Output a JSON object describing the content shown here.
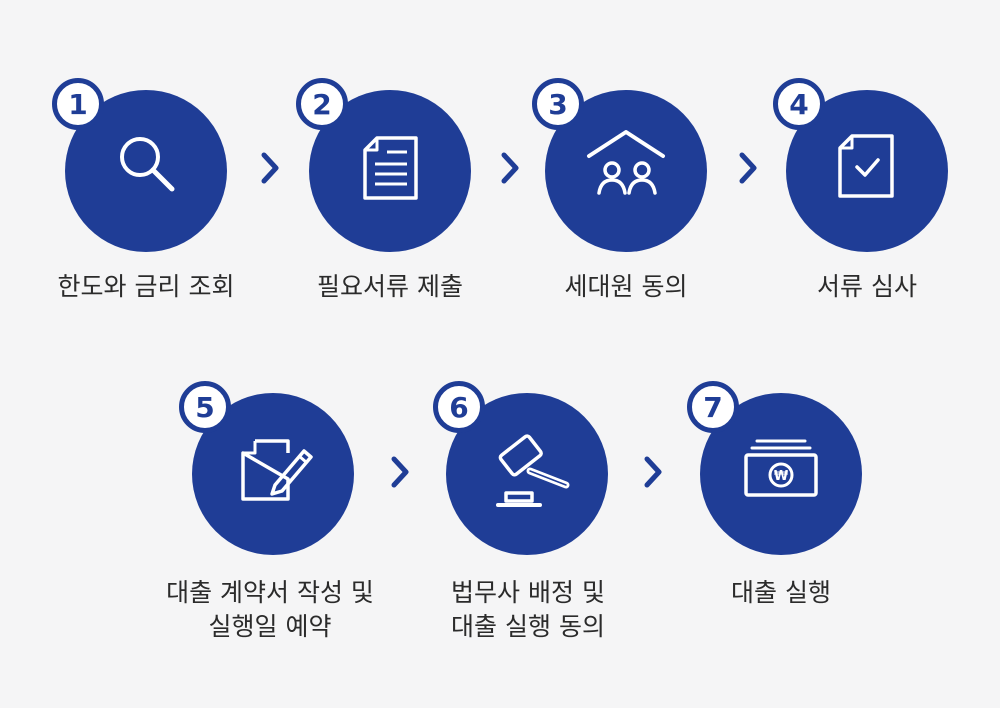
{
  "steps": [
    {
      "number": "1",
      "icon": "magnifier-icon",
      "lines": [
        "한도와 금리 조회"
      ]
    },
    {
      "number": "2",
      "icon": "document-icon",
      "lines": [
        "필요서류 제출"
      ]
    },
    {
      "number": "3",
      "icon": "household-icon",
      "lines": [
        "세대원 동의"
      ]
    },
    {
      "number": "4",
      "icon": "checked-document-icon",
      "lines": [
        "서류 심사"
      ]
    },
    {
      "number": "5",
      "icon": "contract-pen-icon",
      "lines": [
        "대출 계약서 작성 및",
        "실행일 예약"
      ]
    },
    {
      "number": "6",
      "icon": "gavel-icon",
      "lines": [
        "법무사 배정 및",
        "대출 실행 동의"
      ]
    },
    {
      "number": "7",
      "icon": "money-stack-icon",
      "lines": [
        "대출 실행"
      ]
    }
  ],
  "colors": {
    "primary": "#1f3d96",
    "background": "#f5f5f6",
    "text": "#2b2b2b"
  }
}
